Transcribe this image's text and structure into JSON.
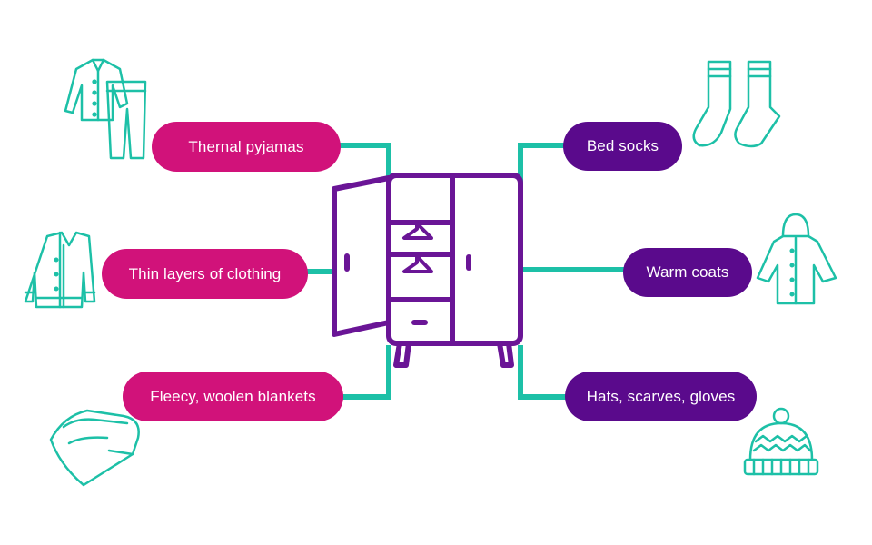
{
  "colors": {
    "magenta": "#d1127a",
    "purple": "#5a0a8c",
    "teal": "#1dc0a7",
    "wardrobe": "#6a1596"
  },
  "center": {
    "icon": "wardrobe-icon"
  },
  "left_items": [
    {
      "label": "Thernal pyjamas",
      "icon": "pyjamas-icon"
    },
    {
      "label": "Thin layers of clothing",
      "icon": "cardigan-icon"
    },
    {
      "label": "Fleecy, woolen blankets",
      "icon": "blanket-icon"
    }
  ],
  "right_items": [
    {
      "label": "Bed socks",
      "icon": "socks-icon"
    },
    {
      "label": "Warm coats",
      "icon": "raincoat-icon"
    },
    {
      "label": "Hats, scarves, gloves",
      "icon": "beanie-icon"
    }
  ]
}
